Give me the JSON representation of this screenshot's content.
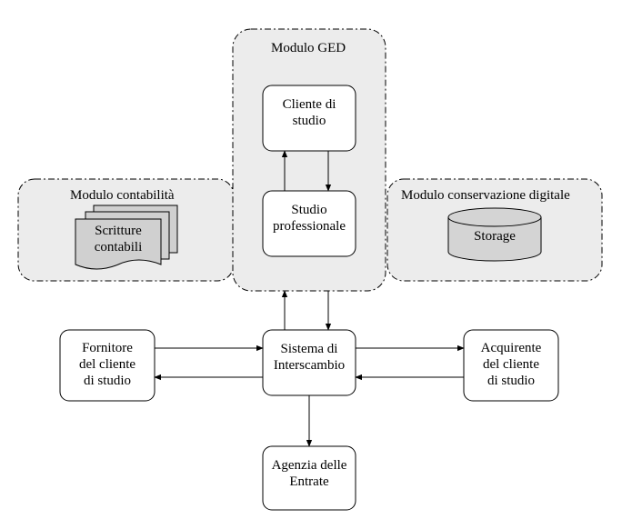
{
  "colors": {
    "module_fill": "#ececec",
    "stroke": "#000000",
    "document_fill": "#d0d0d0",
    "storage_fill": "#d4d4d4"
  },
  "modules": {
    "ged": {
      "title": "Modulo GED"
    },
    "contabilita": {
      "title": "Modulo contabilità"
    },
    "conservazione": {
      "title": "Modulo conservazione digitale"
    }
  },
  "nodes": {
    "cliente_studio": {
      "label": "Cliente di\nstudio"
    },
    "studio_professionale": {
      "label": "Studio\nprofessionale"
    },
    "scritture_contabili": {
      "label": "Scritture\ncontabili",
      "icon": "document-stack-icon"
    },
    "storage": {
      "label": "Storage",
      "icon": "database-cylinder-icon"
    },
    "sistema_interscambio": {
      "label": "Sistema di\nInterscambio"
    },
    "fornitore": {
      "label": "Fornitore\ndel cliente\ndi studio"
    },
    "acquirente": {
      "label": "Acquirente\ndel cliente\ndi studio"
    },
    "agenzia_entrate": {
      "label": "Agenzia delle\nEntrate"
    }
  },
  "edges": [
    {
      "from": "studio_professionale",
      "to": "cliente_studio"
    },
    {
      "from": "cliente_studio",
      "to": "studio_professionale"
    },
    {
      "from": "sistema_interscambio",
      "to": "modulo_ged"
    },
    {
      "from": "modulo_ged",
      "to": "sistema_interscambio"
    },
    {
      "from": "fornitore",
      "to": "sistema_interscambio"
    },
    {
      "from": "sistema_interscambio",
      "to": "fornitore"
    },
    {
      "from": "sistema_interscambio",
      "to": "acquirente"
    },
    {
      "from": "acquirente",
      "to": "sistema_interscambio"
    },
    {
      "from": "sistema_interscambio",
      "to": "agenzia_entrate"
    }
  ]
}
